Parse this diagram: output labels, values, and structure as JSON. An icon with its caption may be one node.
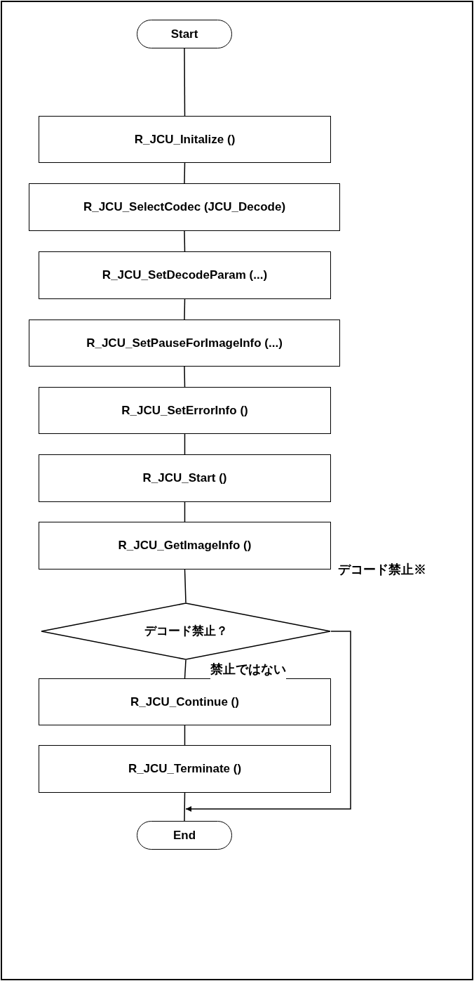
{
  "diagram": {
    "nodes": [
      {
        "text": [
          "Start"
        ]
      },
      {
        "text": [
          "R_JCU_Initalize ()"
        ]
      },
      {
        "text": [
          "R_JCU_SelectCodec (JCU_Decode)"
        ]
      },
      {
        "text": [
          "R_JCU_SetDecodeParam (...)"
        ]
      },
      {
        "text": [
          "R_JCU_SetPauseForImageInfo (...)"
        ]
      },
      {
        "text": [
          "R_JCU_SetErrorInfo ()"
        ]
      },
      {
        "text": [
          "R_JCU_Start ()"
        ]
      },
      {
        "text": [
          "R_JCU_GetImageInfo ()"
        ]
      },
      {
        "text": [
          "デコード禁止？"
        ]
      },
      {
        "text": [
          "R_JCU_Continue ()"
        ]
      },
      {
        "text": [
          "R_JCU_Terminate ()"
        ]
      },
      {
        "text": [
          "End"
        ]
      }
    ],
    "edges": [
      {
        "from": 0,
        "to": 1,
        "arrow": "none"
      },
      {
        "from": 1,
        "to": 2,
        "arrow": "none"
      },
      {
        "from": 2,
        "to": 3,
        "arrow": "none"
      },
      {
        "from": 3,
        "to": 4,
        "arrow": "none"
      },
      {
        "from": 4,
        "to": 5,
        "arrow": "none"
      },
      {
        "from": 5,
        "to": 6,
        "arrow": "none"
      },
      {
        "from": 6,
        "to": 7,
        "arrow": "none"
      },
      {
        "from": 7,
        "to": 8,
        "arrow": "none"
      },
      {
        "from": 8,
        "to": 9,
        "arrow": "none",
        "label": "禁止ではない"
      },
      {
        "from": 9,
        "to": 10,
        "arrow": "none"
      },
      {
        "from": 10,
        "to": 11,
        "arrow": "none"
      },
      {
        "from": 8,
        "to": 11,
        "arrow": "to",
        "label": "デコード禁止※"
      }
    ]
  }
}
